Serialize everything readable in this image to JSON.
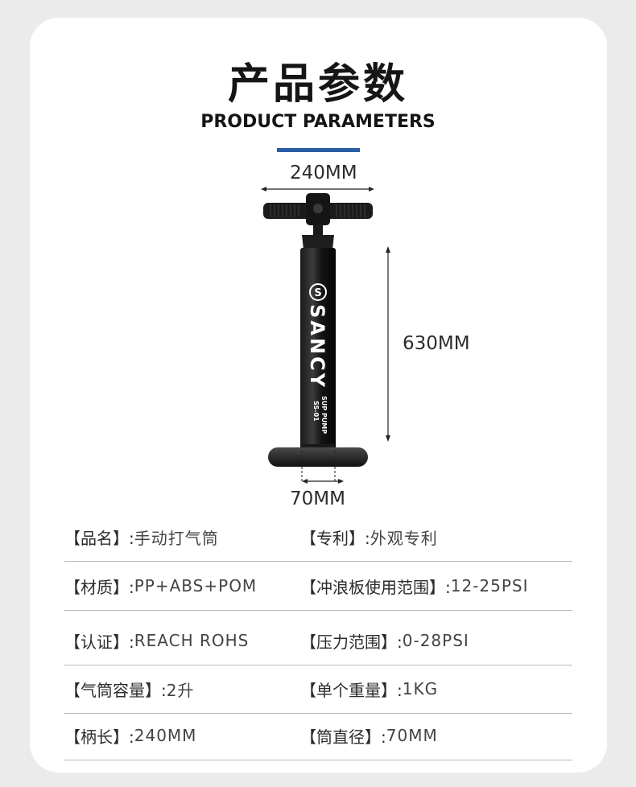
{
  "heading": {
    "title_cn": "产品参数",
    "title_en": "PRODUCT PARAMETERS",
    "accent_color": "#2a5ea6"
  },
  "product_image": {
    "brand": "SANCY",
    "model_line1": "SUP PUMP",
    "model_line2": "SS-01",
    "dimensions": {
      "width_handle": "240MM",
      "height": "630MM",
      "base": "70MM"
    }
  },
  "specs": [
    {
      "label_left": "【品名】:",
      "value_left": "手动打气筒",
      "label_right": "【专利】:",
      "value_right": "外观专利"
    },
    {
      "label_left": "【材质】:",
      "value_left": "PP+ABS+POM",
      "label_right": "【冲浪板使用范围】:",
      "value_right": "12-25PSI"
    },
    {
      "label_left": "【认证】:",
      "value_left": " REACH ROHS",
      "label_right": "【压力范围】:",
      "value_right": "0-28PSI"
    },
    {
      "label_left": "【气筒容量】:",
      "value_left": " 2升",
      "label_right": "【单个重量】:",
      "value_right": " 1KG"
    },
    {
      "label_left": "【柄长】:",
      "value_left": " 240MM",
      "label_right": "【筒直径】:",
      "value_right": " 70MM"
    }
  ]
}
